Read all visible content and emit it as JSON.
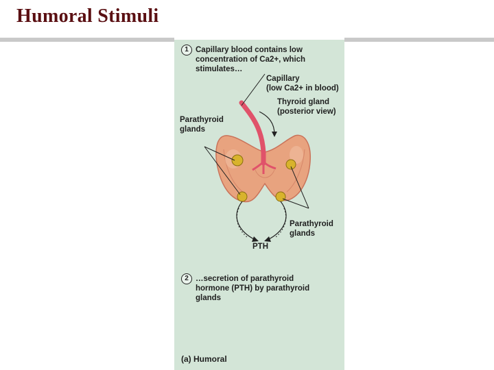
{
  "slide": {
    "title": "Humoral Stimuli"
  },
  "diagram": {
    "step1": {
      "number": "1",
      "lines": [
        "Capillary blood contains low",
        "concentration of Ca2+, which",
        "stimulates…"
      ]
    },
    "capillary_label": [
      "Capillary",
      "(low Ca2+ in blood)"
    ],
    "thyroid_label": [
      "Thyroid gland",
      "(posterior view)"
    ],
    "parathyroid_left": [
      "Parathyroid",
      "glands"
    ],
    "parathyroid_right": [
      "Parathyroid",
      "glands"
    ],
    "pth_label": "PTH",
    "step2": {
      "number": "2",
      "lines": [
        "…secretion of parathyroid",
        "hormone (PTH) by parathyroid",
        "glands"
      ]
    },
    "caption": "(a) Humoral",
    "colors": {
      "panel": "#d3e5d7",
      "gland": "#e8a37f",
      "gland_shade": "#c9735a",
      "capillary": "#e0526a",
      "nodule": "#d8b32c",
      "title": "#5a0f12"
    }
  }
}
